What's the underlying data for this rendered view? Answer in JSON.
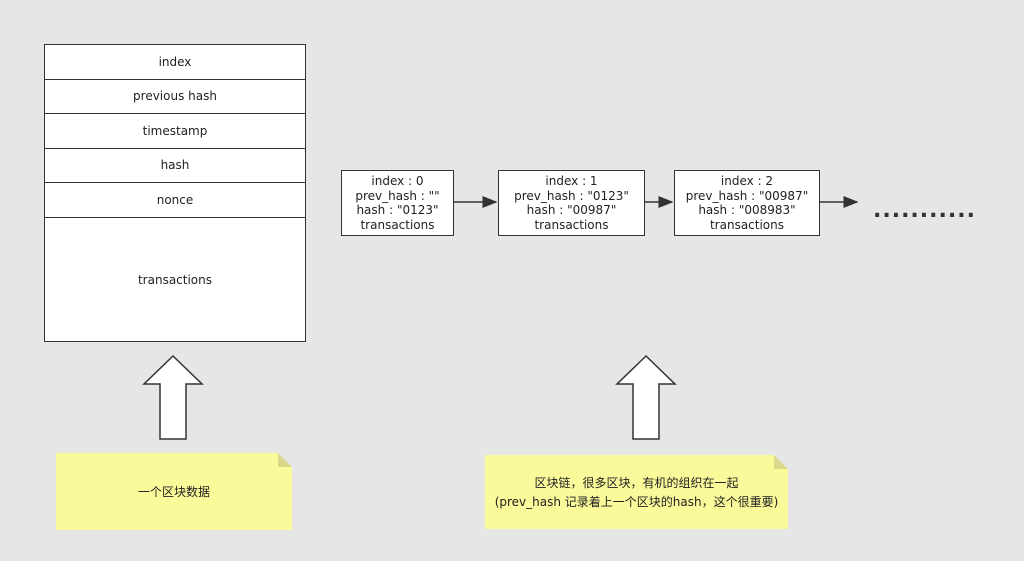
{
  "structure": {
    "fields": [
      "index",
      "previous hash",
      "timestamp",
      "hash",
      "nonce",
      "transactions"
    ]
  },
  "chain": {
    "blocks": [
      {
        "lines": [
          "index : 0",
          "prev_hash : \"\"",
          "hash : \"0123\"",
          "transactions"
        ]
      },
      {
        "lines": [
          "index : 1",
          "prev_hash : \"0123\"",
          "hash : \"00987\"",
          "transactions"
        ]
      },
      {
        "lines": [
          "index : 2",
          "prev_hash : \"00987\"",
          "hash : \"008983\"",
          "transactions"
        ]
      }
    ],
    "continuation": "..........."
  },
  "notes": {
    "left": {
      "text": "一个区块数据"
    },
    "right": {
      "line1": "区块链，很多区块，有机的组织在一起",
      "line2": "(prev_hash 记录着上一个区块的hash，这个很重要)"
    }
  },
  "colors": {
    "background": "#e6e6e6",
    "note": "#fafa9a",
    "stroke": "#333333"
  }
}
